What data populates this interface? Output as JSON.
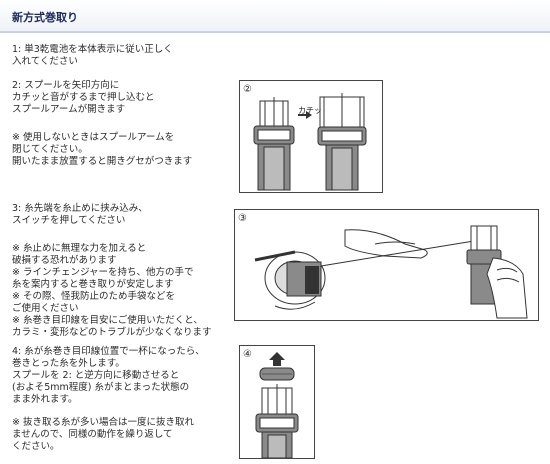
{
  "header": {
    "title": "新方式巻取り"
  },
  "steps": {
    "s1": "1: 単3乾電池を本体表示に従い正しく\n入れてください",
    "s2": "2: スプールを矢印方向に\nカチッと音がするまで押し込むと\nスプールアームが開きます",
    "s2_note": "※ 使用しないときはスプールアームを\n閉じてください。\n開いたまま放置すると開きグセがつきます",
    "s3": "3: 糸先端を糸止めに挟み込み、\nスイッチを押してください",
    "s3_note": "※ 糸止めに無理な力を加えると\n破損する恐れがあります\n※ ラインチェンジャーを持ち、他方の手で\n糸を案内すると巻き取りが安定します\n※ その際、怪我防止のため手袋などを\nご使用ください\n※ 糸巻き目印線を目安にご使用いただくと、\nカラミ・変形などのトラブルが少なくなります",
    "s4": "4: 糸が糸巻き目印線位置で一杯になったら、\n巻きとった糸を外します。\nスプールを 2: と逆方向に移動させると\n(およそ5mm程度) 糸がまとまった状態の\nまま外れます。",
    "s4_note": "※ 抜き取る糸が多い場合は一度に抜き取れ\nませんので、同様の動作を繰り返して\nください。"
  },
  "figures": {
    "fig2": {
      "badge": "②",
      "label": "カチッ"
    },
    "fig3": {
      "badge": "③"
    },
    "fig4": {
      "badge": "④"
    }
  },
  "colors": {
    "header_title": "#1b2a5a",
    "device_gray": "#8a8a8a",
    "dark": "#333333"
  }
}
